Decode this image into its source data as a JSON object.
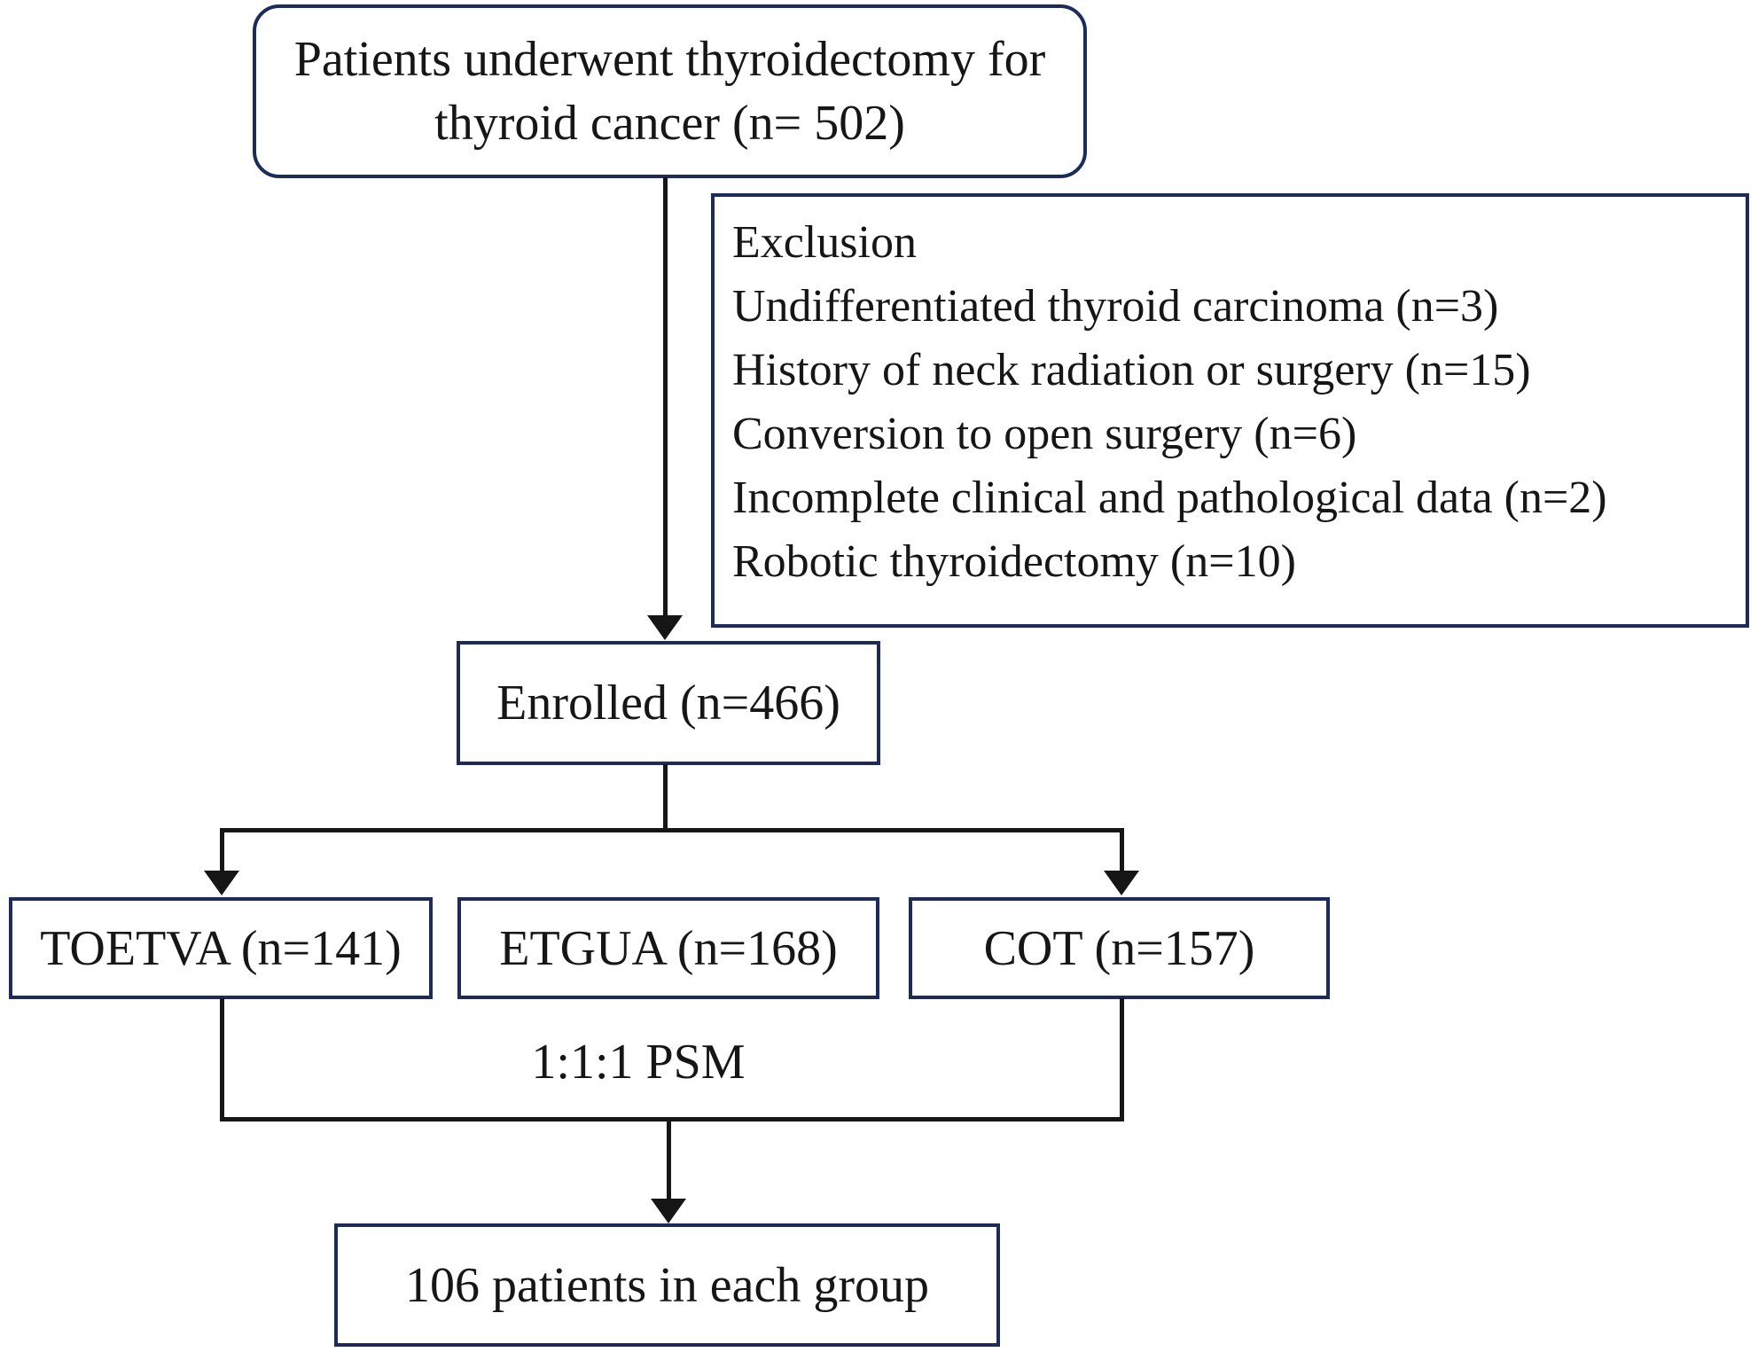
{
  "figure": {
    "background_color": "#ffffff",
    "box_border_color": "#1c2b5a",
    "connector_color": "#161616",
    "text_color": "#161616"
  },
  "boxes": {
    "top": {
      "lines": [
        "Patients underwent thyroidectomy for",
        "thyroid cancer (n= 502)"
      ]
    },
    "exclusion": {
      "lines": [
        "Exclusion",
        "Undifferentiated thyroid carcinoma (n=3)",
        "History of neck radiation or surgery (n=15)",
        "Conversion to open surgery (n=6)",
        "Incomplete clinical and pathological data (n=2)",
        "Robotic thyroidectomy (n=10)"
      ]
    },
    "enrolled": {
      "label": "Enrolled (n=466)"
    },
    "toetva": {
      "label": "TOETVA (n=141)"
    },
    "etgua": {
      "label": "ETGUA (n=168)"
    },
    "cot": {
      "label": "COT (n=157)"
    },
    "result": {
      "label": "106 patients in each group"
    }
  },
  "labels": {
    "psm": "1:1:1 PSM"
  }
}
